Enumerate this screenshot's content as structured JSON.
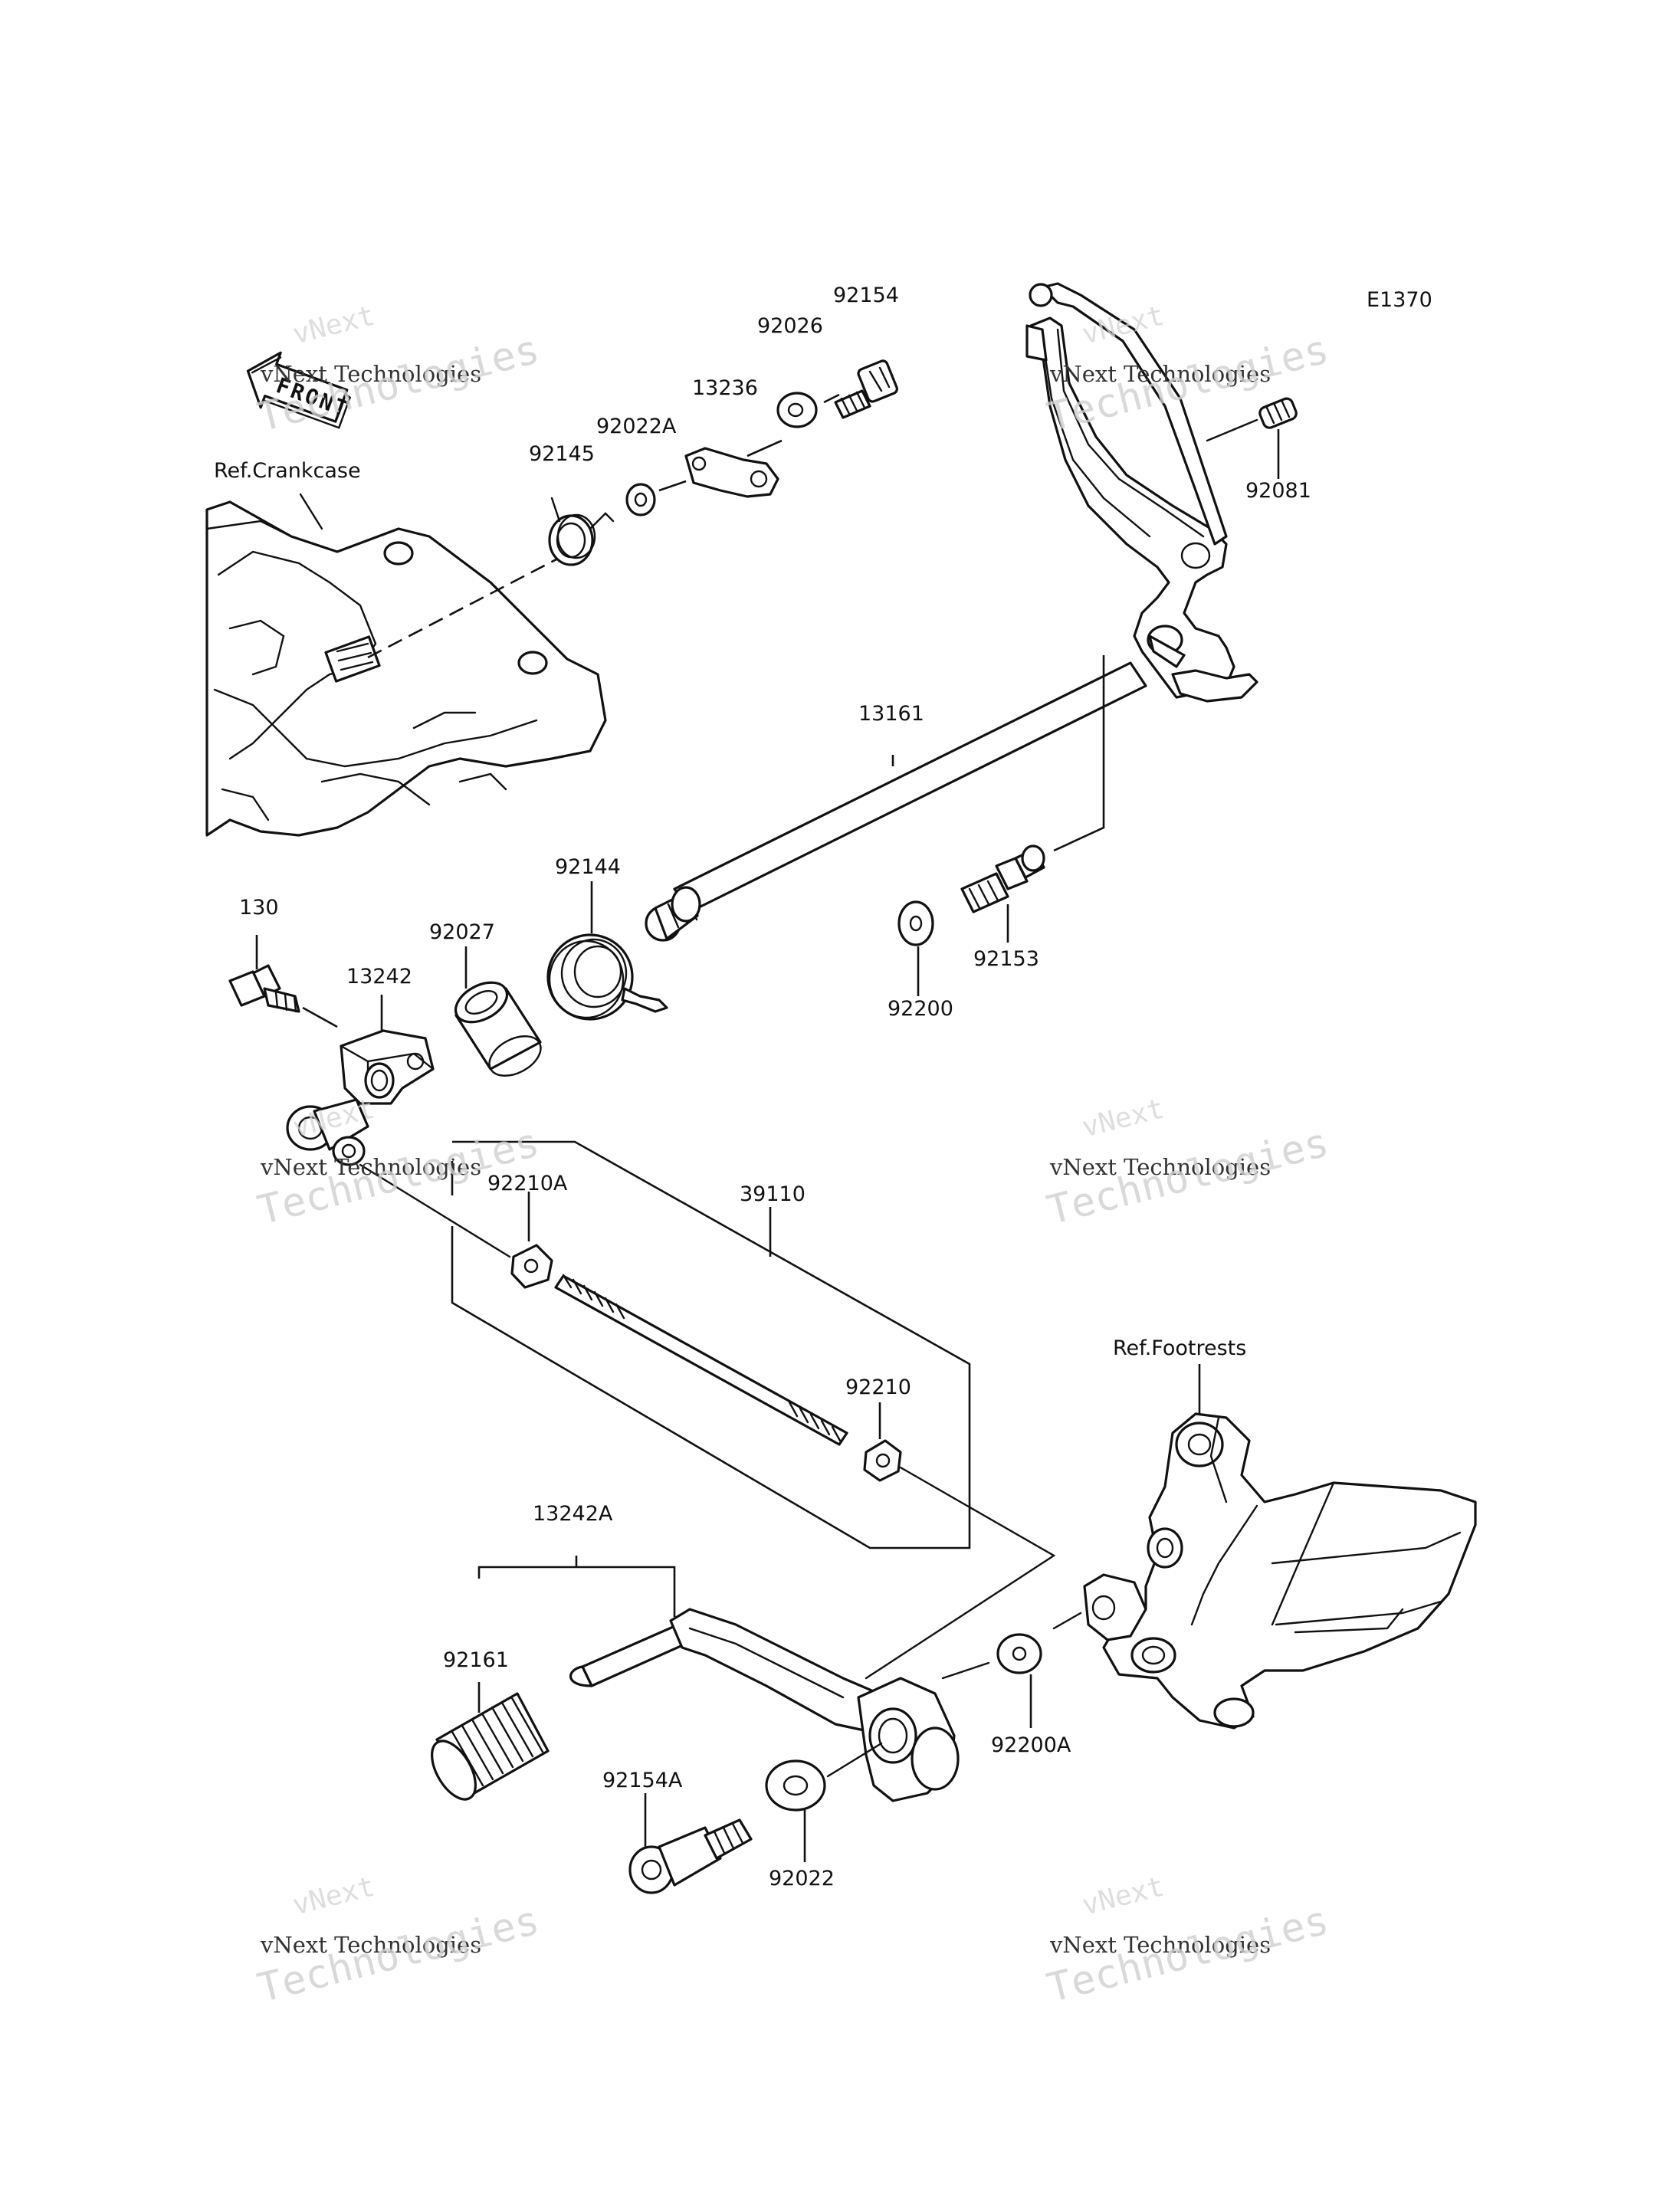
{
  "diagram_code": "E1370",
  "front_arrow_text": "FRONT",
  "references": {
    "crankcase": "Ref.Crankcase",
    "footrests": "Ref.Footrests"
  },
  "parts": {
    "p92154": "92154",
    "p92026": "92026",
    "p13236": "13236",
    "p92022A": "92022A",
    "p92145": "92145",
    "p92081": "92081",
    "p13161": "13161",
    "p92144": "92144",
    "p92027": "92027",
    "p130": "130",
    "p13242": "13242",
    "p92153": "92153",
    "p92200": "92200",
    "p92210A": "92210A",
    "p39110": "39110",
    "p92210": "92210",
    "p13242A": "13242A",
    "p92161": "92161",
    "p92200A": "92200A",
    "p92154A": "92154A",
    "p92022": "92022"
  },
  "watermark": {
    "line1": "vNext",
    "line2": "vNext Technologies",
    "line3": "Technologies"
  }
}
